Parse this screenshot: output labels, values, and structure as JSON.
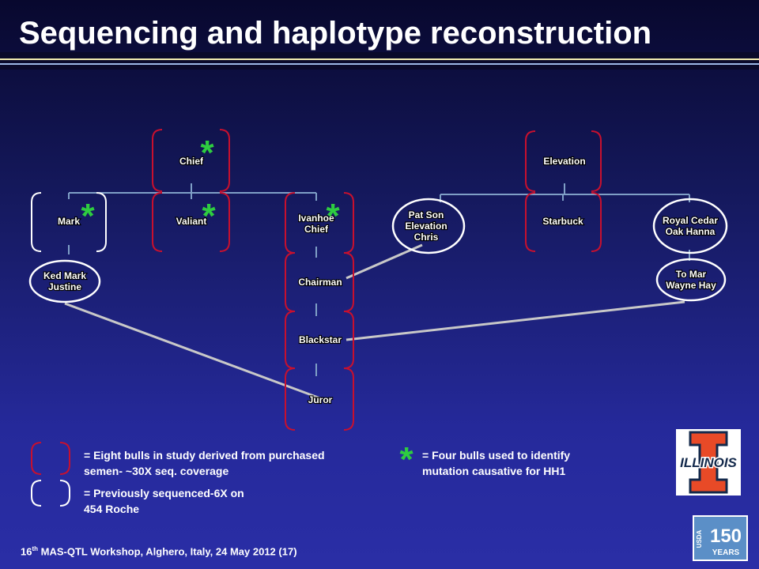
{
  "slide": {
    "title": "Sequencing and haplotype reconstruction",
    "footer": {
      "ordinal_num": "16",
      "ordinal_sup": "th",
      "text": " MAS-QTL Workshop, Alghero, Italy, 24 May 2012 (17)"
    }
  },
  "nodes": [
    {
      "id": "chief_top",
      "lines": [
        "Chief"
      ]
    },
    {
      "id": "mark",
      "lines": [
        "Mark"
      ]
    },
    {
      "id": "valiant",
      "lines": [
        "Valiant"
      ]
    },
    {
      "id": "ivanhoe_chief",
      "lines": [
        "Ivanhoe",
        "Chief"
      ]
    },
    {
      "id": "ked_mark_justine",
      "lines": [
        "Ked Mark",
        "Justine"
      ]
    },
    {
      "id": "chairman",
      "lines": [
        "Chairman"
      ]
    },
    {
      "id": "blackstar",
      "lines": [
        "Blackstar"
      ]
    },
    {
      "id": "juror",
      "lines": [
        "Juror"
      ]
    },
    {
      "id": "elevation",
      "lines": [
        "Elevation"
      ]
    },
    {
      "id": "pat_son",
      "lines": [
        "Pat Son",
        "Elevation",
        "Chris"
      ]
    },
    {
      "id": "starbuck",
      "lines": [
        "Starbuck"
      ]
    },
    {
      "id": "royal_cedar",
      "lines": [
        "Royal Cedar",
        "Oak Hanna"
      ]
    },
    {
      "id": "to_mar",
      "lines": [
        "To Mar",
        "Wayne Hay"
      ]
    }
  ],
  "markers": {
    "star_symbol": "*",
    "red_bracket_nodes": [
      "chief_top",
      "valiant",
      "ivanhoe_chief",
      "chairman",
      "blackstar",
      "juror",
      "elevation",
      "starbuck"
    ],
    "white_bracket_nodes": [
      "mark"
    ],
    "ellipse_nodes": [
      "ked_mark_justine",
      "pat_son",
      "royal_cedar",
      "to_mar"
    ],
    "starred_nodes": [
      "chief_top",
      "mark",
      "valiant",
      "ivanhoe_chief"
    ]
  },
  "legend": {
    "red_bracket_line1": "= Eight bulls in study derived from purchased",
    "red_bracket_line2": "semen- ~30X seq. coverage",
    "white_bracket_line1": "= Previously sequenced-6X on",
    "white_bracket_line2": "454 Roche",
    "star_line1": "= Four bulls used to identify",
    "star_line2": "mutation causative for HH1"
  },
  "logos": {
    "illinois_text": "ILLINOIS",
    "usda_text": "USDA",
    "usda_number": "150",
    "usda_years": "YEARS"
  },
  "colors": {
    "red_bracket": "#c8102e",
    "white_bracket": "#ffffff",
    "star": "#2ecc40",
    "connector": "#c8c8c8",
    "tree_line": "#7f9fc6",
    "illinois_orange": "#e84a27",
    "illinois_blue": "#13294b"
  }
}
